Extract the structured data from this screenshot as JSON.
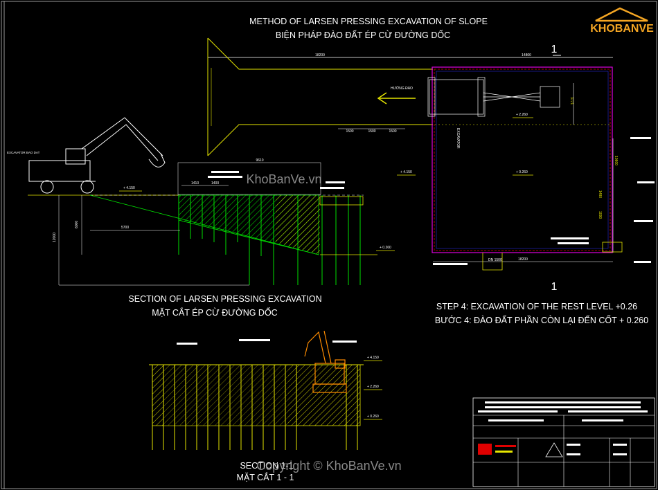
{
  "titles": {
    "plan_en": "METHOD OF LARSEN PRESSING EXCAVATION OF SLOPE",
    "plan_vi": "BIỆN PHÁP ĐÀO ĐẤT ÉP CỪ ĐƯỜNG DỐC",
    "section_en": "SECTION OF LARSEN PRESSING EXCAVATION",
    "section_vi": "MẶT CẮT ÉP CỪ ĐƯỜNG DỐC",
    "step_en": "STEP 4: EXCAVATION OF THE REST LEVEL +0.26",
    "step_vi": "BƯỚC 4: ĐÀO ĐẤT PHẦN CÒN LẠI ĐẾN CỐT + 0.260",
    "section11_en": "SECTION 1-1",
    "section11_vi": "MẶT CẮT 1 - 1"
  },
  "plan": {
    "dims": [
      "18200",
      "14800",
      "1500",
      "1500",
      "1500",
      "3771",
      "10800",
      "1480",
      "1090",
      "18200"
    ],
    "direction_label": "HƯỚNG ĐÀO",
    "levels": [
      "+ 2.260",
      "+ 0.260",
      "+ 4.150"
    ],
    "section_mark": "1",
    "pipe_label": "DN 1500",
    "excavator_label": "EXCAVATOR"
  },
  "section": {
    "dims": [
      "9610",
      "1410",
      "1400",
      "6000",
      "12000",
      "5700"
    ],
    "levels": [
      "+ 4.150",
      "+ 0.260"
    ],
    "crane_label": "EXCAVATOR BAO DAT"
  },
  "section11": {
    "levels": [
      "+ 4.150",
      "+ 2.260",
      "+ 0.260"
    ]
  },
  "logo": {
    "text": "KHOBANVE"
  },
  "watermarks": {
    "top": "KhoBanVe.vn",
    "bottom": "Copyright © KhoBanVe.vn"
  },
  "colors": {
    "yellow": "#e6e600",
    "green": "#00e000",
    "magenta": "#e000e0",
    "orange": "#ff8c00",
    "white": "#ffffff",
    "red": "#e00000",
    "blue": "#3030ff",
    "logo_orange": "#f5a623"
  }
}
